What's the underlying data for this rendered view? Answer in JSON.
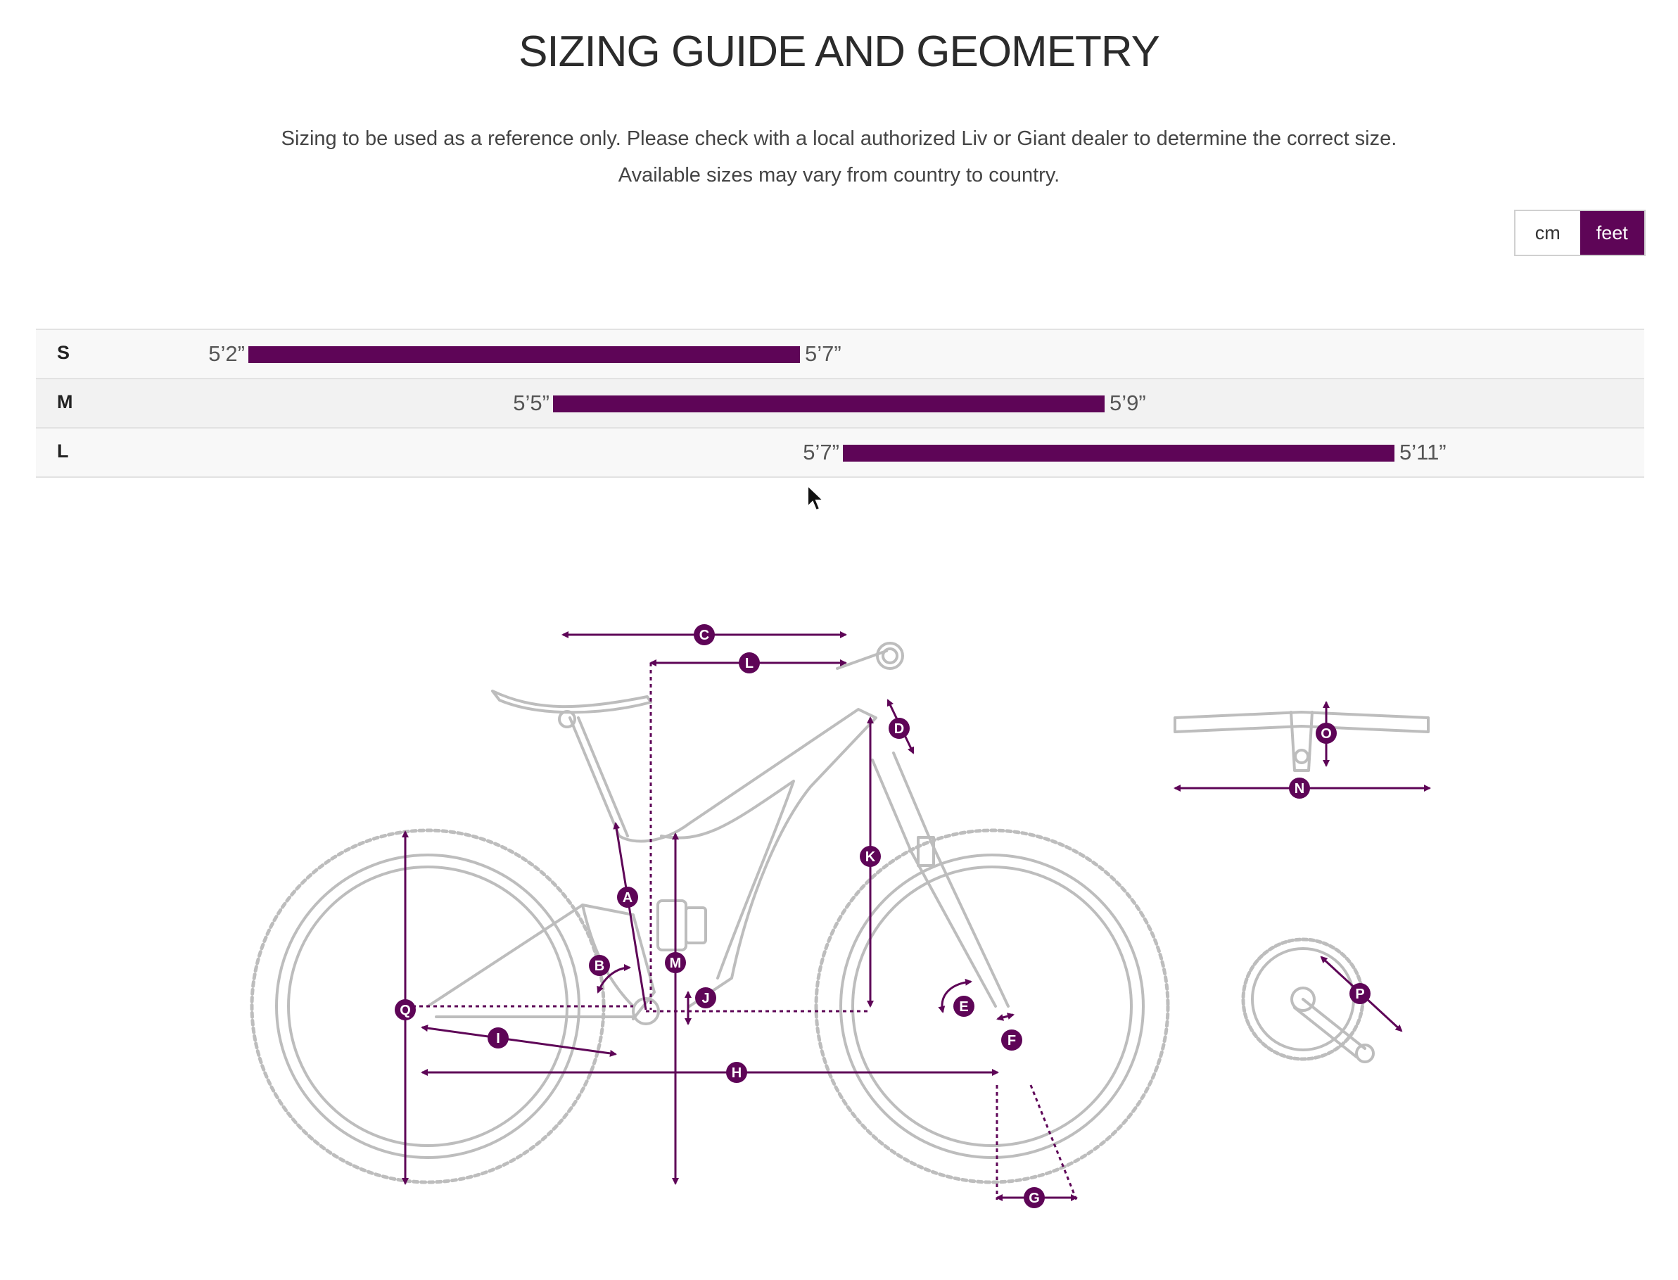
{
  "page": {
    "title": "SIZING GUIDE AND GEOMETRY",
    "subtitle_line1": "Sizing to be used as a reference only. Please check with a local authorized Liv or Giant dealer to determine the correct size.",
    "subtitle_line2": "Available sizes may vary from country to country."
  },
  "units": {
    "options": [
      "cm",
      "feet"
    ],
    "selected": "feet",
    "cm_label": "cm",
    "feet_label": "feet"
  },
  "sizes": [
    {
      "label": "S",
      "min": "5’2”",
      "max": "5’7”"
    },
    {
      "label": "M",
      "min": "5’5”",
      "max": "5’9”"
    },
    {
      "label": "L",
      "min": "5’7”",
      "max": "5’11”"
    }
  ],
  "geometry_labels": [
    "A",
    "B",
    "C",
    "D",
    "E",
    "F",
    "G",
    "H",
    "I",
    "J",
    "K",
    "L",
    "M",
    "N",
    "O",
    "P",
    "Q"
  ],
  "colors": {
    "accent": "#5e0557",
    "bike_line": "#bdbdbd",
    "row_bg": "#f8f8f8"
  },
  "icons": {
    "cursor": "mouse-pointer-icon"
  }
}
